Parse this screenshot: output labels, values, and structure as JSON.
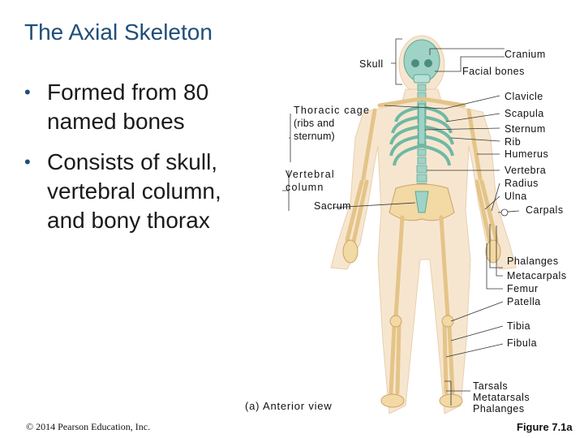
{
  "slide": {
    "title": "The Axial Skeleton",
    "bullets": [
      "Formed from 80 named bones",
      "Consists of skull, vertebral column, and bony thorax"
    ],
    "copyright": "© 2014 Pearson Education, Inc.",
    "figure_label": "Figure 7.1a"
  },
  "diagram": {
    "view_label": "(a) Anterior view",
    "left_labels": {
      "skull": "Skull",
      "thoracic_cage": "Thoracic cage",
      "thoracic_cage_note": "(ribs and sternum)",
      "vertebral_column": "Vertebral column",
      "sacrum": "Sacrum"
    },
    "right_labels": {
      "cranium": "Cranium",
      "facial_bones": "Facial bones",
      "clavicle": "Clavicle",
      "scapula": "Scapula",
      "sternum": "Sternum",
      "rib": "Rib",
      "humerus": "Humerus",
      "vertebra": "Vertebra",
      "radius": "Radius",
      "ulna": "Ulna",
      "carpals": "Carpals",
      "phalanges_hand": "Phalanges",
      "metacarpals": "Metacarpals",
      "femur": "Femur",
      "patella": "Patella",
      "tibia": "Tibia",
      "fibula": "Fibula",
      "tarsals": "Tarsals",
      "metatarsals": "Metatarsals",
      "phalanges_foot": "Phalanges"
    },
    "colors": {
      "axial": "#9ed3c6",
      "appendicular": "#f3d9a4",
      "skin": "#f7e6cf",
      "bone_outline": "#c9a36a",
      "title": "#1f4e79"
    }
  }
}
